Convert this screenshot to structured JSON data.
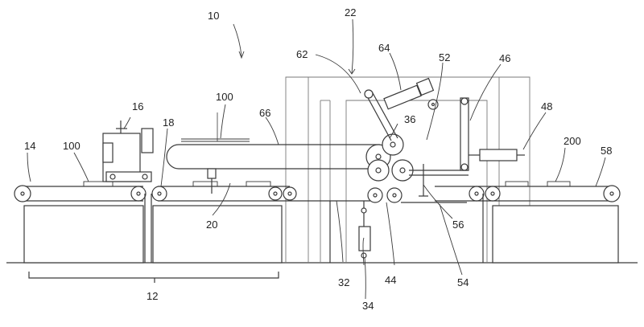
{
  "figure": {
    "reference_numerals": {
      "machine": "10",
      "station": "12",
      "first_conveyor": "14",
      "unit": "16",
      "second_conveyor_end": "18",
      "roller_unit": "20",
      "housing": "22",
      "lower_conveyor": "32",
      "actuator": "34",
      "upper_roller": "36",
      "lower_roller": "44",
      "frame_arm": "46",
      "cylinder": "48",
      "pivot_link": "52",
      "lower_belt": "54",
      "pulley": "56",
      "output_conveyor": "58",
      "lever": "62",
      "motor": "64",
      "return_belt": "66",
      "workpiece_left": "100",
      "workpiece_upper": "100",
      "product": "200"
    }
  }
}
